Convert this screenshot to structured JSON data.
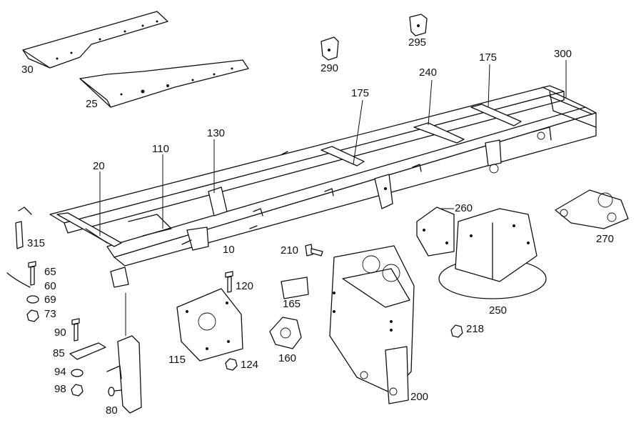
{
  "callouts": {
    "c30": "30",
    "c25": "25",
    "c290": "290",
    "c295": "295",
    "c175a": "175",
    "c240": "240",
    "c175b": "175",
    "c300": "300",
    "c130": "130",
    "c110": "110",
    "c20": "20",
    "c315": "315",
    "c65": "65",
    "c60": "60",
    "c69": "69",
    "c73": "73",
    "c10": "10",
    "c210": "210",
    "c120": "120",
    "c165": "165",
    "c90": "90",
    "c85": "85",
    "c94": "94",
    "c98": "98",
    "c80": "80",
    "c115": "115",
    "c124": "124",
    "c160": "160",
    "c200": "200",
    "c260": "260",
    "c250": "250",
    "c218": "218",
    "c270": "270"
  },
  "colors": {
    "ink": "#111111",
    "paper": "#ffffff"
  }
}
